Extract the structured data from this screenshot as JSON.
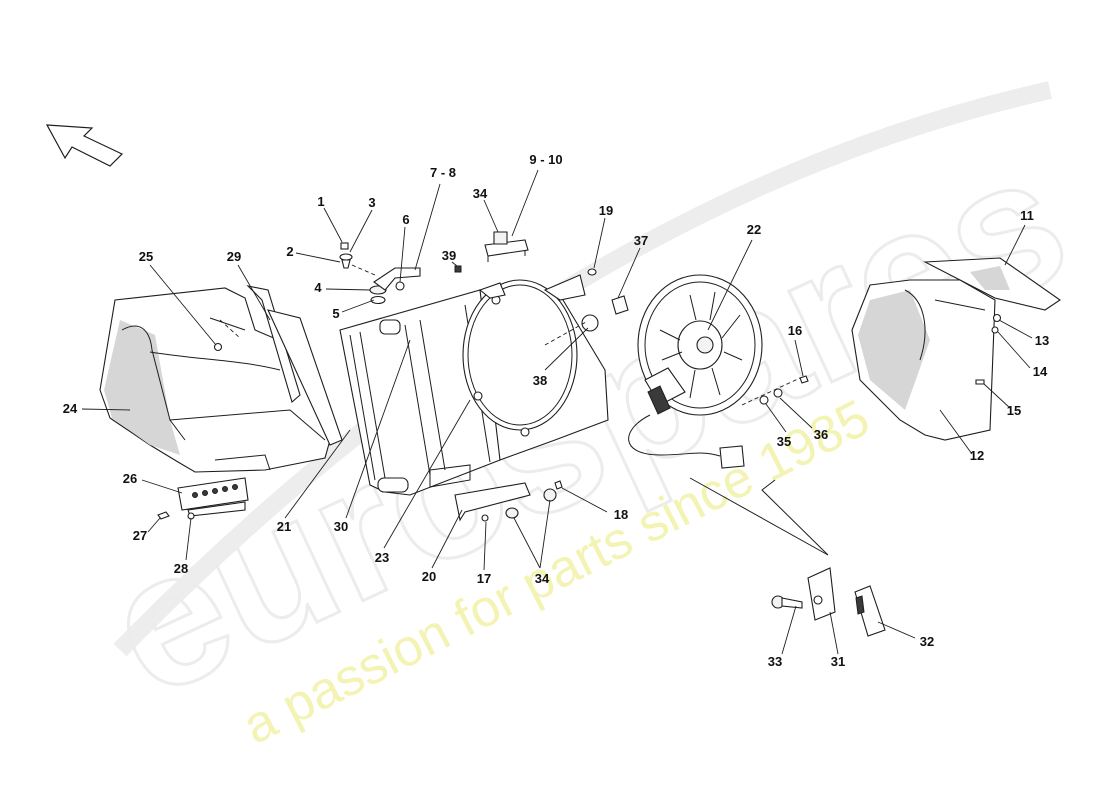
{
  "watermark": {
    "brand": "eurospares",
    "tagline": "a passion for parts since 1985"
  },
  "callouts": {
    "c1": "1",
    "c2": "2",
    "c3": "3",
    "c4": "4",
    "c5": "5",
    "c6": "6",
    "c7_8": "7 - 8",
    "c9_10": "9 - 10",
    "c11": "11",
    "c12": "12",
    "c13": "13",
    "c14": "14",
    "c15": "15",
    "c16": "16",
    "c17": "17",
    "c18": "18",
    "c19": "19",
    "c20": "20",
    "c21": "21",
    "c22": "22",
    "c23": "23",
    "c24": "24",
    "c25": "25",
    "c26": "26",
    "c27": "27",
    "c28": "28",
    "c29": "29",
    "c30": "30",
    "c31": "31",
    "c32": "32",
    "c33": "33",
    "c34a": "34",
    "c34b": "34",
    "c35": "35",
    "c36": "36",
    "c37": "37",
    "c38": "38",
    "c39": "39"
  },
  "icons": {
    "direction": "direction-arrow-icon"
  },
  "colors": {
    "background": "#ffffff",
    "line_art": "#1e1e1e",
    "watermark_outline": "#ececec",
    "watermark_tagline": "#f3f3b4"
  }
}
